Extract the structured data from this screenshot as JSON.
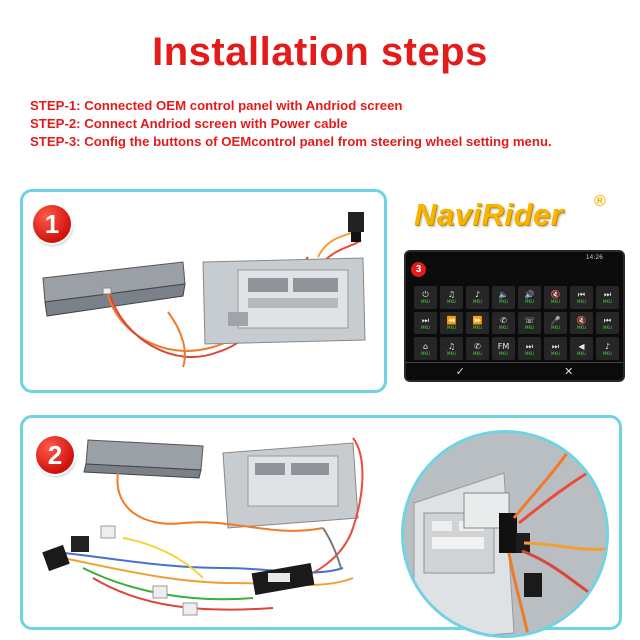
{
  "header": {
    "title": "Installation steps"
  },
  "steps": [
    "STEP-1: Connected OEM control panel with Andriod screen",
    "STEP-2: Connect Andriod screen with Power cable",
    "STEP-3: Config the buttons of OEMcontrol panel from steering wheel setting menu."
  ],
  "badges": {
    "one": "1",
    "two": "2",
    "three": "3"
  },
  "brand": {
    "name": "NaviRider",
    "mark": "®"
  },
  "screen": {
    "status_time": "14:26",
    "button_labels": [
      "MKU",
      "MKU",
      "MKU",
      "MKU",
      "MKU",
      "MKU",
      "MKU",
      "MKU",
      "MKU",
      "MKU",
      "MKU",
      "MKU",
      "MKU",
      "MKU",
      "MKU",
      "MKU",
      "MKU",
      "MKU",
      "MKU",
      "MKU",
      "MKU",
      "MKU",
      "MKU",
      "MKU"
    ],
    "button_icons": [
      "⏻",
      "♫",
      "♪",
      "🔈",
      "🔊",
      "🔇",
      "⏮",
      "⏭",
      "⏭",
      "⏪",
      "⏩",
      "✆",
      "☏",
      "🎤",
      "🔇",
      "⏮",
      "⌂",
      "♫",
      "✆",
      "FM",
      "⏭",
      "⏭",
      "◀",
      "♪"
    ],
    "confirm_glyph": "✓",
    "cancel_glyph": "✕"
  },
  "colors": {
    "accent_red": "#e31b1b",
    "panel_border": "#6fd3e2",
    "brand_gold": "#f7b500",
    "screen_label_green": "#46d046"
  }
}
